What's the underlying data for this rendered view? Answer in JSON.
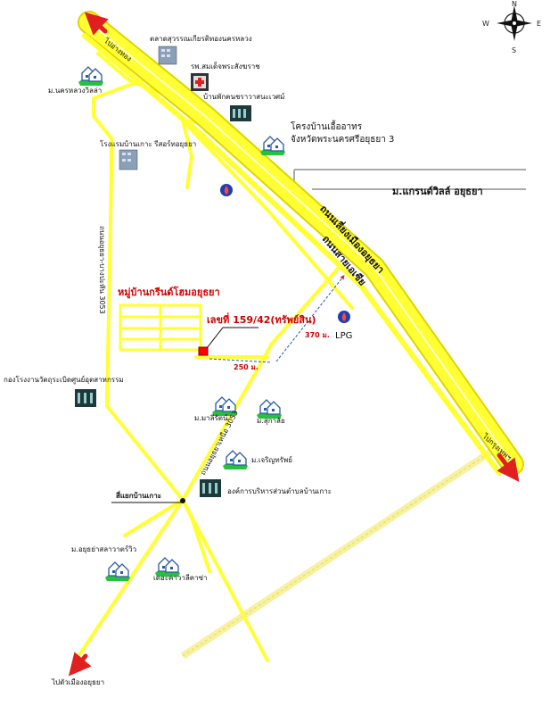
{
  "compass": {
    "n": "N",
    "s": "S",
    "e": "E",
    "w": "W"
  },
  "roads": {
    "highway_a": "ถนนเลี่ยงเมืองอยุธยา",
    "highway_b": "ถนนสายเอเซีย",
    "left_road": "ถนนอยุธยา-บางปะหัน 3053",
    "center_road": "ถนนอยุธยาเหนือ 3053"
  },
  "labels": {
    "to_northwest": "ไปอ่างทอง",
    "market": "ตลาดสุวรรณเกียรติทองนครหลวง",
    "hospital": "รพ.สมเด็จพระสังฆราช",
    "lodge": "บ้านพักคนชราวาสนะเวศม์",
    "village_nw": "ม.นครหลวงวิลล่า",
    "resort": "โรงแรมบ้านเกาะ รีสอร์ทอยุธยา",
    "housing_line1": "โครงบ้านเอื้ออาทร",
    "housing_line2": "จังหวัดพระนครศรีอยุธยา 3",
    "grand_ville": "ม.แกรนด์วิลล์ อยุธยา",
    "project": "หมู่บ้านกรีนด์โฮมอยุธยา",
    "plot": "เลขที่ 159/42(ทรัพย์สิน)",
    "lpg": "LPG",
    "dist_370": "370 ม.",
    "dist_250": "250 ม.",
    "military": "กองโรงงานวัตถุระเบิดศูนย์อุตสาหกรรม",
    "mali": "ม.มาลีรัตน์",
    "sukathai": "ม.สุกาลัย",
    "charoen": "ม.เจริญทรัพย์",
    "admin": "องค์การบริหารส่วนตำบลบ้านเกาะ",
    "junction": "สี่แยกบ้านเกาะ",
    "village_sw": "ม.อยุธย่าสลาวาตร์วิว",
    "kasa": "เดอะคาวาลีคาซ่า",
    "to_southwest": "ไปตัวเมืองอยุธยา",
    "to_southeast": "ไปกรุงเทพฯ"
  },
  "colors": {
    "road": "#ffff33",
    "road_edge": "#e0d400",
    "minor_road": "#aaaaaa",
    "arrow": "#e02020",
    "target": "#ff0000",
    "dashed": "#2255aa",
    "fuel": "#1e3fb0",
    "house_green": "#27c23c",
    "house_blue": "#2a5aa8"
  }
}
